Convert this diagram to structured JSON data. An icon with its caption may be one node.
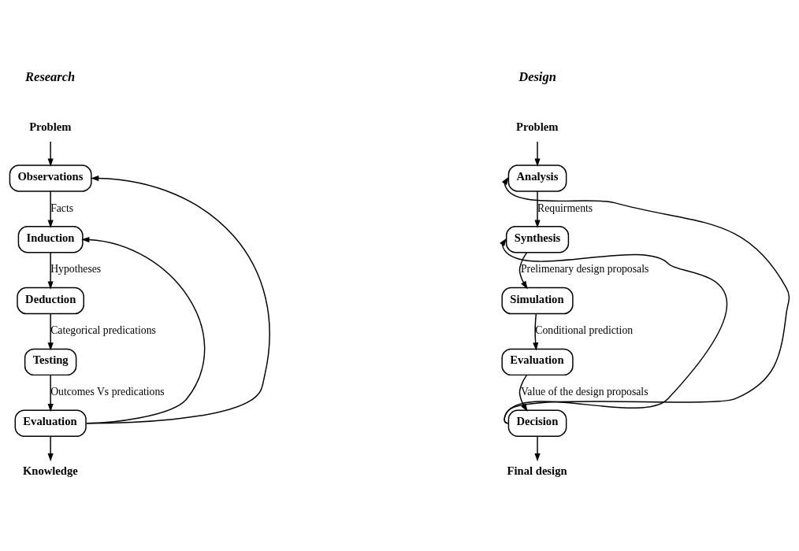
{
  "diagram": {
    "nodes": [
      {
        "text": [
          "Problem"
        ]
      },
      {
        "text": [
          "Observations"
        ]
      },
      {
        "text": [
          "Induction"
        ]
      },
      {
        "text": [
          "Deduction"
        ]
      },
      {
        "text": [
          "Testing"
        ]
      },
      {
        "text": [
          "Evaluation"
        ]
      },
      {
        "text": [
          "Knowledge"
        ]
      },
      {
        "text": [
          "Problem"
        ]
      },
      {
        "text": [
          "Analysis"
        ]
      },
      {
        "text": [
          "Synthesis"
        ]
      },
      {
        "text": [
          "Simulation"
        ]
      },
      {
        "text": [
          "Evaluation"
        ]
      },
      {
        "text": [
          "Decision"
        ]
      },
      {
        "text": [
          "Final design"
        ]
      }
    ],
    "edges": [
      {
        "from": 0,
        "to": 1,
        "arrow": "to"
      },
      {
        "from": 1,
        "to": 2,
        "arrow": "to",
        "label": "Facts"
      },
      {
        "from": 2,
        "to": 3,
        "arrow": "to",
        "label": "Hypotheses"
      },
      {
        "from": 3,
        "to": 4,
        "arrow": "to",
        "label": "Categorical predications"
      },
      {
        "from": 4,
        "to": 5,
        "arrow": "to",
        "label": "Outcomes Vs predications"
      },
      {
        "from": 5,
        "to": 6,
        "arrow": "to"
      },
      {
        "from": 5,
        "to": 1,
        "arrow": "to"
      },
      {
        "from": 5,
        "to": 2,
        "arrow": "to"
      },
      {
        "from": 7,
        "to": 8,
        "arrow": "to"
      },
      {
        "from": 8,
        "to": 9,
        "arrow": "to",
        "label": "Requirments"
      },
      {
        "from": 9,
        "to": 10,
        "arrow": "to",
        "label": "Prelimenary design proposals"
      },
      {
        "from": 10,
        "to": 11,
        "arrow": "to",
        "label": "Conditional prediction"
      },
      {
        "from": 11,
        "to": 12,
        "arrow": "to",
        "label": "Value of the design proposals"
      },
      {
        "from": 12,
        "to": 13,
        "arrow": "to"
      },
      {
        "from": 12,
        "to": 8,
        "arrow": "to"
      },
      {
        "from": 12,
        "to": 9,
        "arrow": "to"
      }
    ],
    "labels": [
      "Research",
      "Design"
    ]
  }
}
